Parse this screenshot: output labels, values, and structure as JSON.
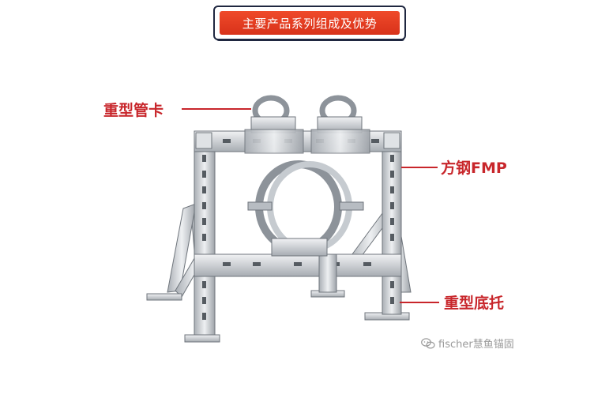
{
  "banner": {
    "title": "主要产品系列组成及优势"
  },
  "callouts": {
    "pipe_clamp": "重型管卡",
    "square_steel": "方钢FMP",
    "base_support": "重型底托"
  },
  "watermark": {
    "text": "fischer慧鱼锚固",
    "icon": "wechat-icon"
  },
  "colors": {
    "accent": "#c8262b",
    "banner": "#e5401f",
    "frame": "#c9cdd2"
  }
}
